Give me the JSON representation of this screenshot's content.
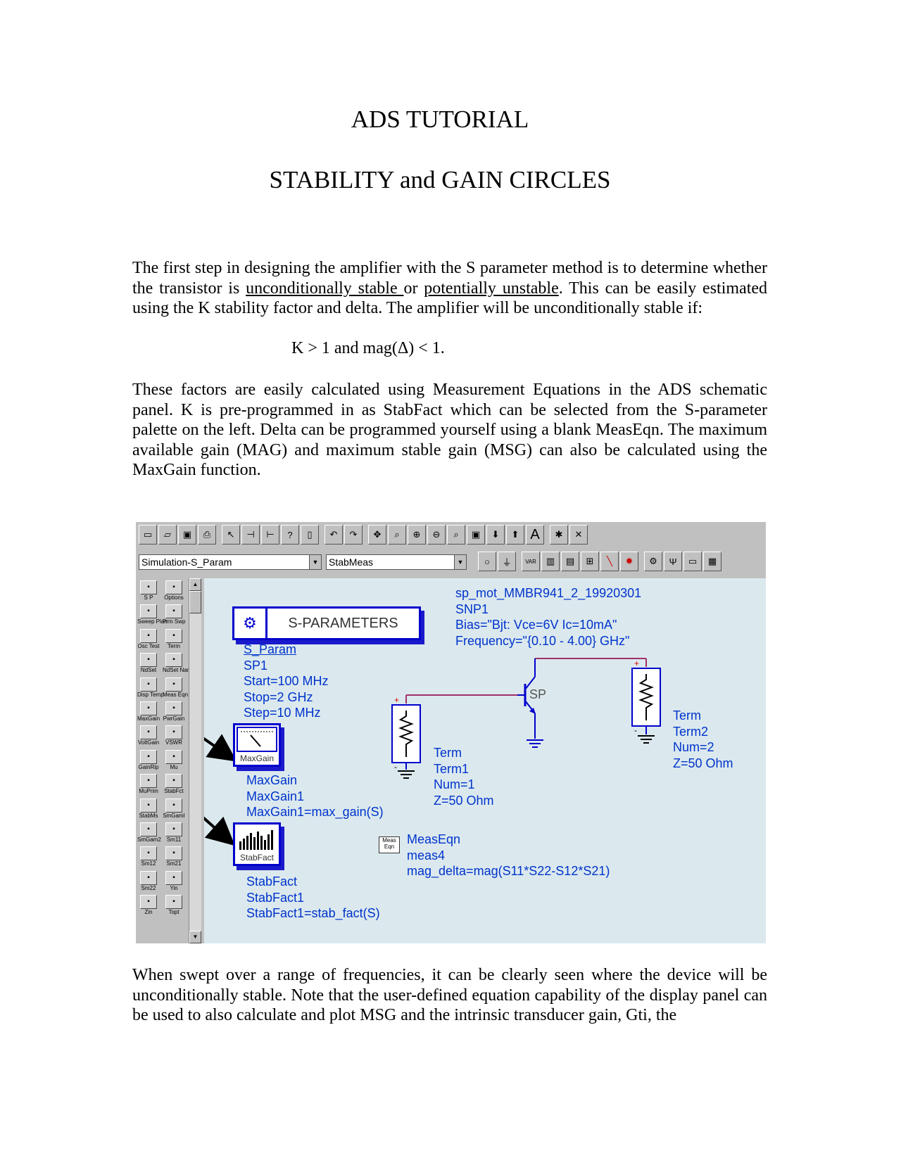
{
  "document": {
    "title": "ADS TUTORIAL",
    "subtitle": "STABILITY and GAIN CIRCLES",
    "para1_a": "The first step in designing the amplifier with the S parameter method is to determine whether the transistor is ",
    "para1_u1": "unconditionally stable ",
    "para1_b": "or ",
    "para1_u2": "potentially unstable",
    "para1_c": ". This can be easily estimated using the K stability factor and delta. The amplifier will be unconditionally stable if:",
    "condition": "K > 1 and mag(Δ) < 1.",
    "para2": "These factors are easily calculated using Measurement Equations in the ADS schematic panel. K is pre-programmed in as StabFact which can be selected from the S-parameter palette on the left. Delta can be programmed yourself using a blank MeasEqn. The maximum available gain (MAG) and maximum stable gain (MSG) can also be calculated using the MaxGain function.",
    "para3": "When swept over a range of frequencies, it can be clearly seen where the device will be unconditionally stable. Note that the user-defined equation capability of the display panel can be used to also calculate and plot MSG and the intrinsic transducer gain, Gti, the"
  },
  "screenshot": {
    "dropdown_category": "Simulation-S_Param",
    "dropdown_component": "StabMeas",
    "palette": [
      {
        "label": "S P",
        "icon": "sp-icon"
      },
      {
        "label": "Options",
        "icon": "options-icon"
      },
      {
        "label": "Sweep Plan",
        "icon": "sweep-plan-icon"
      },
      {
        "label": "Prm Swp",
        "icon": "param-sweep-icon"
      },
      {
        "label": "Osc Test",
        "icon": "osc-test-icon"
      },
      {
        "label": "Term",
        "icon": "term-icon"
      },
      {
        "label": "NdSet",
        "icon": "nodeset-icon"
      },
      {
        "label": "NdSet Name",
        "icon": "nodeset-name-icon"
      },
      {
        "label": "Disp Temp",
        "icon": "disp-temp-icon"
      },
      {
        "label": "Meas Eqn",
        "icon": "meas-eqn-icon"
      },
      {
        "label": "MaxGain",
        "icon": "maxgain-icon"
      },
      {
        "label": "PwrGain",
        "icon": "pwrgain-icon"
      },
      {
        "label": "VoltGain",
        "icon": "voltgain-icon"
      },
      {
        "label": "VSWR",
        "icon": "vswr-icon"
      },
      {
        "label": "GainRip",
        "icon": "gainrip-icon"
      },
      {
        "label": "Mu",
        "icon": "mu-icon"
      },
      {
        "label": "MuPrim",
        "icon": "muprim-icon"
      },
      {
        "label": "StabFct",
        "icon": "stabfct-icon"
      },
      {
        "label": "StabMs",
        "icon": "stabms-icon"
      },
      {
        "label": "SmGamI",
        "icon": "smgam1-icon"
      },
      {
        "label": "SmGam2",
        "icon": "smgam2-icon"
      },
      {
        "label": "Sm11",
        "icon": "sm11-icon"
      },
      {
        "label": "Sm12",
        "icon": "sm12-icon"
      },
      {
        "label": "Sm21",
        "icon": "sm21-icon"
      },
      {
        "label": "Sm22",
        "icon": "sm22-icon"
      },
      {
        "label": "Yin",
        "icon": "yin-icon"
      },
      {
        "label": "Zin",
        "icon": "zin-icon"
      },
      {
        "label": "Topt",
        "icon": "topt-icon"
      }
    ],
    "sparam_box_label": "S-PARAMETERS",
    "sparam": [
      "S_Param",
      "SP1",
      "Start=100 MHz",
      "Stop=2 GHz",
      "Step=10 MHz"
    ],
    "maxgain_box_label": "MaxGain",
    "maxgain": [
      "MaxGain",
      "MaxGain1",
      "MaxGain1=max_gain(S)"
    ],
    "stabfact_box_label": "StabFact",
    "stabfact": [
      "StabFact",
      "StabFact1",
      "StabFact1=stab_fact(S)"
    ],
    "snp": [
      "sp_mot_MMBR941_2_19920301",
      "SNP1",
      "Bias=\"Bjt: Vce=6V Ic=10mA\"",
      "Frequency=\"{0.10 - 4.00} GHz\""
    ],
    "transistor_label": "SP",
    "term1": [
      "Term",
      "Term1",
      "Num=1",
      "Z=50 Ohm"
    ],
    "term2": [
      "Term",
      "Term2",
      "Num=2",
      "Z=50 Ohm"
    ],
    "meas_icon_label": "Meas Eqn",
    "meas": [
      "MeasEqn",
      "meas4",
      "mag_delta=mag(S11*S22-S12*S21)"
    ]
  }
}
